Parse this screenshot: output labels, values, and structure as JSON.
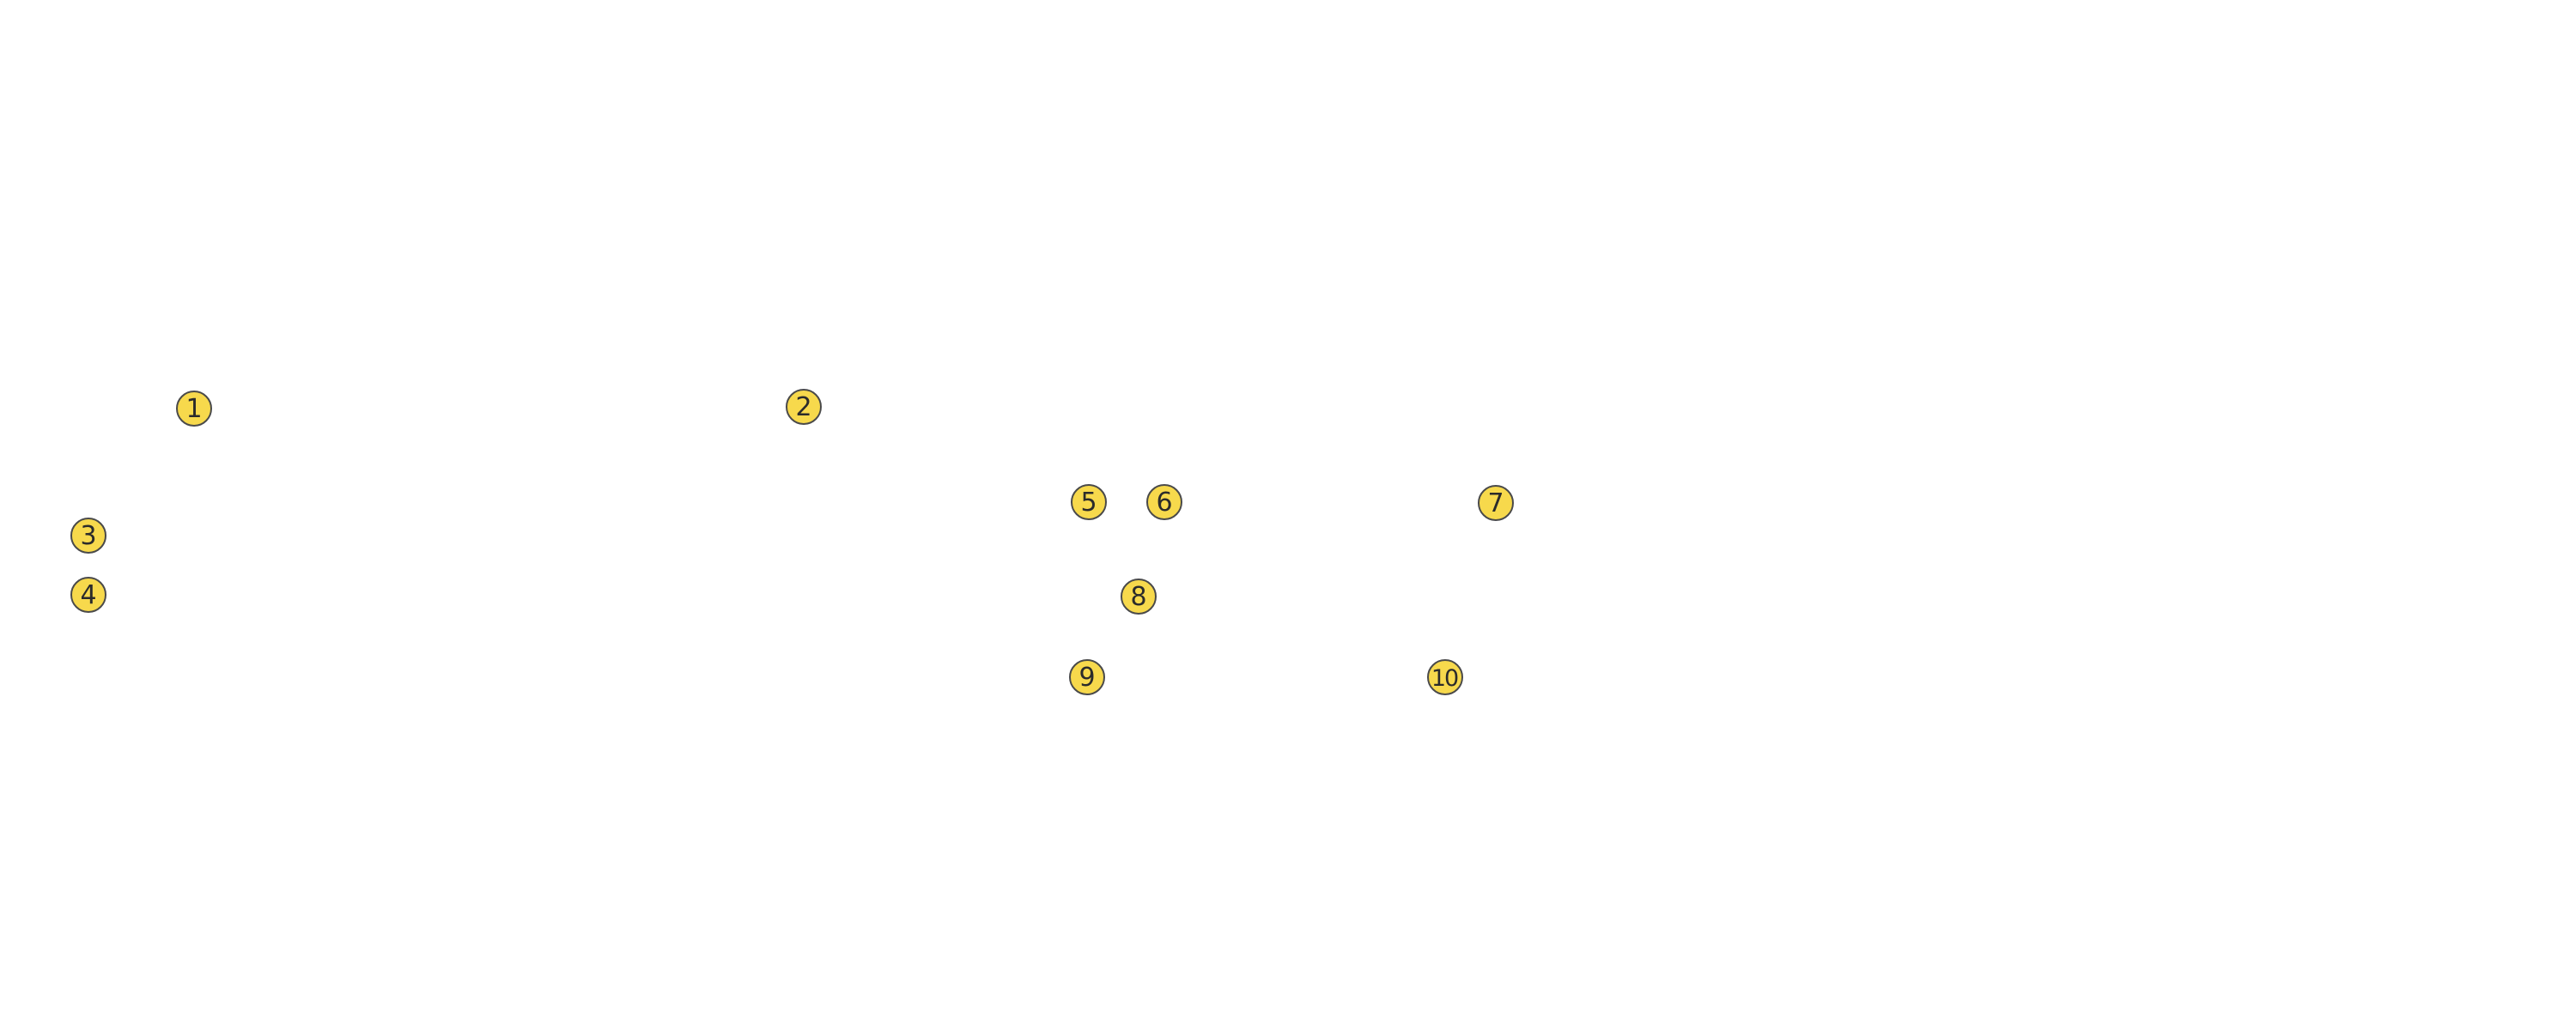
{
  "style": {
    "marker_fill": "#f7d94c",
    "marker_border": "#4a4a4a",
    "marker_text": "#2b2b2b",
    "background": "#ffffff"
  },
  "markers": [
    {
      "label": "1"
    },
    {
      "label": "2"
    },
    {
      "label": "3"
    },
    {
      "label": "4"
    },
    {
      "label": "5"
    },
    {
      "label": "6"
    },
    {
      "label": "7"
    },
    {
      "label": "8"
    },
    {
      "label": "9"
    },
    {
      "label": "10"
    }
  ]
}
